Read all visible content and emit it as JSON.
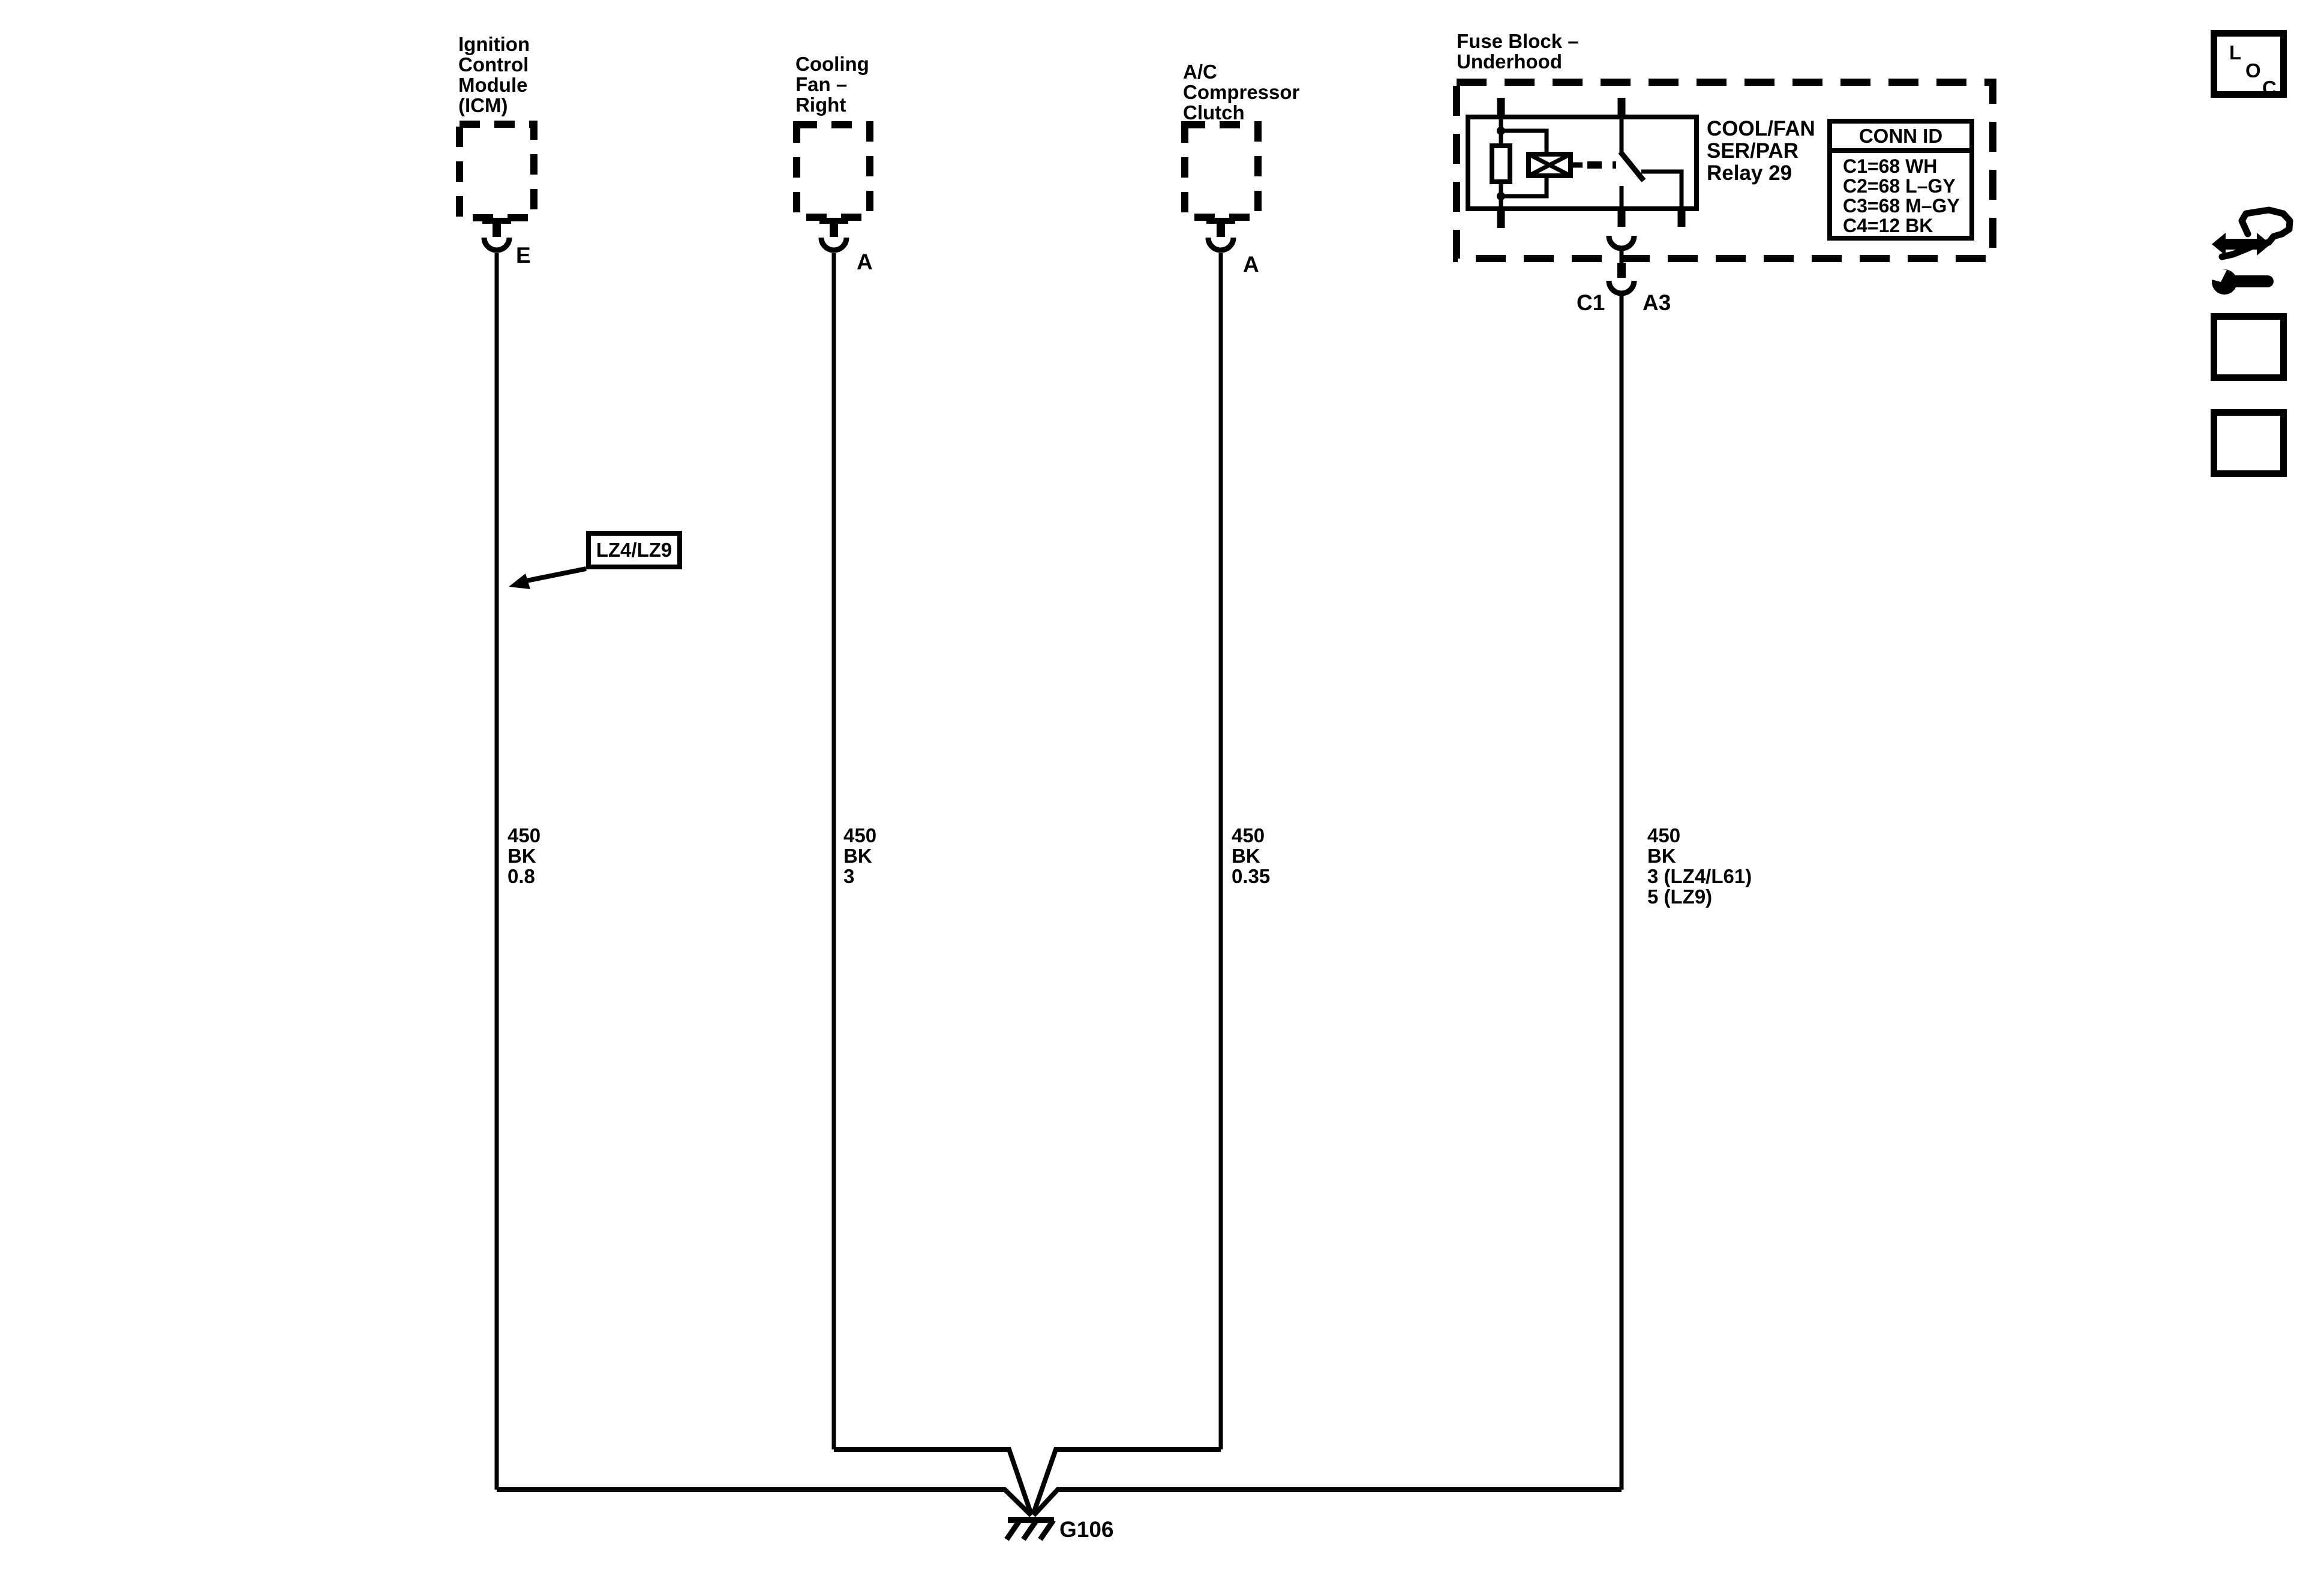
{
  "diagram": {
    "components": {
      "icm": {
        "label": "Ignition\nControl\nModule\n(ICM)",
        "terminal": "E"
      },
      "cooling_fan": {
        "label": "Cooling\nFan –\nRight",
        "terminal": "A"
      },
      "ac_clutch": {
        "label": "A/C\nCompressor\nClutch",
        "terminal": "A"
      },
      "fuse_block": {
        "label": "Fuse Block –\nUnderhood"
      },
      "relay": {
        "label": "COOL/FAN\nSER/PAR\nRelay 29",
        "conn_left": "C1",
        "conn_right": "A3"
      }
    },
    "conn_id_table": {
      "header": "CONN ID",
      "rows": "C1=68 WH\nC2=68 L–GY\nC3=68 M–GY\nC4=12 BK"
    },
    "wire_labels": {
      "icm_wire": "450\nBK\n0.8",
      "fan_wire": "450\nBK\n3",
      "ac_wire": "450\nBK\n0.35",
      "relay_wire": "450\nBK\n3 (LZ4/L61)\n5 (LZ9)"
    },
    "callout": "LZ4/LZ9",
    "ground": "G106",
    "loc": {
      "l": "L",
      "o": "O",
      "c": "C"
    },
    "colors": {
      "line": "#000000",
      "background": "#ffffff"
    }
  }
}
